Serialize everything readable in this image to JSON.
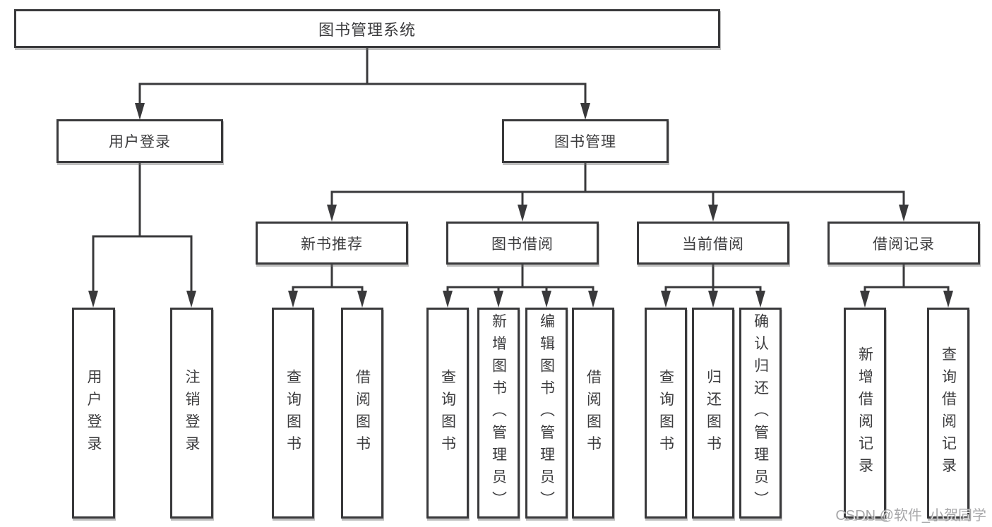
{
  "diagram": {
    "root": "图书管理系统",
    "user_login": {
      "label": "用户登录",
      "children": [
        "用户登录",
        "注销登录"
      ]
    },
    "book_mgmt": {
      "label": "图书管理",
      "sections": [
        {
          "label": "新书推荐",
          "children": [
            "查询图书",
            "借阅图书"
          ]
        },
        {
          "label": "图书借阅",
          "children": [
            "查询图书",
            "新增图书（管理员）",
            "编辑图书（管理员）",
            "借阅图书"
          ]
        },
        {
          "label": "当前借阅",
          "children": [
            "查询图书",
            "归还图书",
            "确认归还（管理员）"
          ]
        },
        {
          "label": "借阅记录",
          "children": [
            "新增借阅记录",
            "查询借阅记录"
          ]
        }
      ]
    }
  },
  "watermark": "CSDN @软件_小贺同学",
  "colors": {
    "line": "#39393b",
    "text": "#3c3c3e",
    "background": "#ffffff"
  }
}
